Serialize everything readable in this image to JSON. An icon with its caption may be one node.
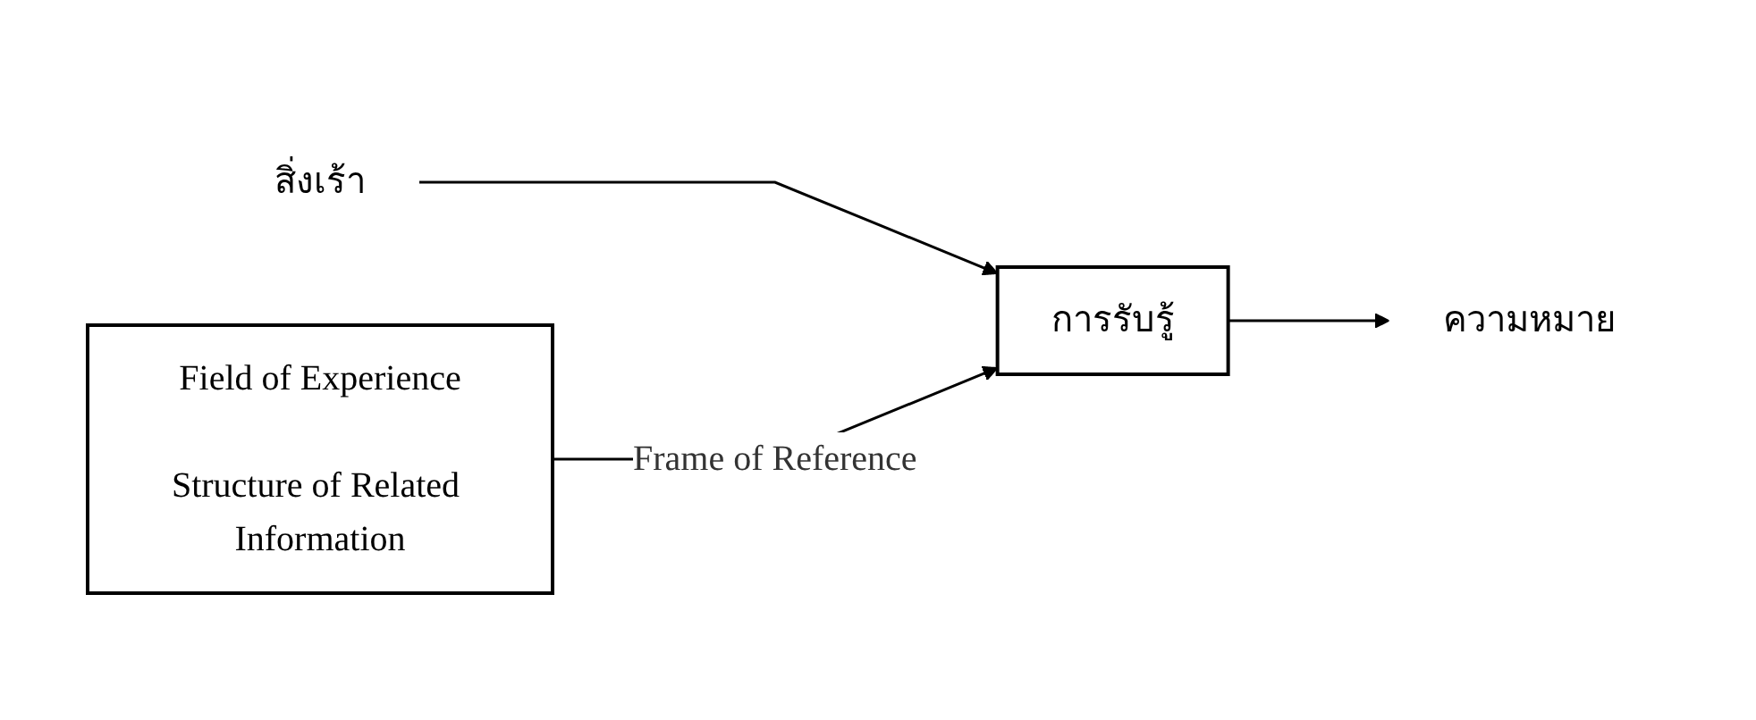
{
  "diagram": {
    "nodes": [
      {
        "text": [
          "สิ่งเร้า"
        ]
      },
      {
        "text": [
          "การรับรู้"
        ]
      },
      {
        "text": [
          "ความหมาย"
        ]
      },
      {
        "text": [
          "Field of Experience",
          "Structure of Related Information"
        ]
      }
    ],
    "edges": [
      {
        "from": 0,
        "to": 1,
        "arrow": "to"
      },
      {
        "from": 3,
        "to": 1,
        "arrow": "to",
        "label": "Frame of Reference"
      },
      {
        "from": 1,
        "to": 2,
        "arrow": "to"
      }
    ]
  }
}
